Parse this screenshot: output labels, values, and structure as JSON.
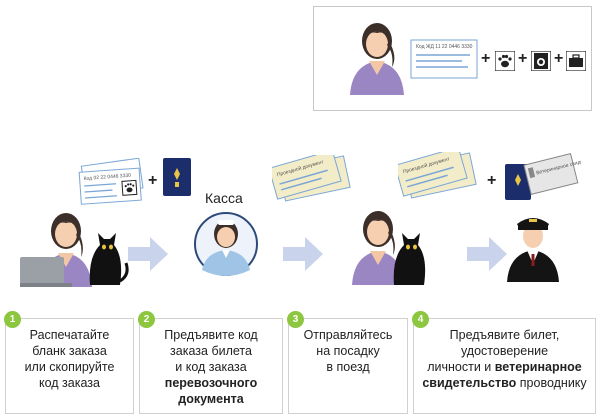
{
  "legend": {
    "ticket_caption": "Код ЖД 11 22 0446 3330",
    "plus_signs": [
      "+",
      "+",
      "+"
    ],
    "icons": [
      "paw-icon",
      "washing-machine-icon",
      "suitcase-icon"
    ]
  },
  "scene": {
    "kassa_label": "Касса",
    "ticket_caption": "Код 02 22 0446 3330",
    "boarding_pass_label": "Проездной документ",
    "vet_doc_label": "Ветеринарное свидетельство",
    "plus_sign": "+"
  },
  "steps": [
    {
      "number": "1",
      "parts": [
        {
          "text": "Распечатайте",
          "bold": false,
          "br": true
        },
        {
          "text": "бланк заказа",
          "bold": false,
          "br": true
        },
        {
          "text": "или скопируйте",
          "bold": false,
          "br": true
        },
        {
          "text": "код заказа",
          "bold": false,
          "br": false
        }
      ]
    },
    {
      "number": "2",
      "parts": [
        {
          "text": "Предъявите код",
          "bold": false,
          "br": true
        },
        {
          "text": "заказа билета",
          "bold": false,
          "br": true
        },
        {
          "text": "и код заказа",
          "bold": false,
          "br": true
        },
        {
          "text": "перевозочного",
          "bold": true,
          "br": true
        },
        {
          "text": "документа",
          "bold": true,
          "br": false
        }
      ]
    },
    {
      "number": "3",
      "parts": [
        {
          "text": "Отправляйтесь",
          "bold": false,
          "br": true
        },
        {
          "text": "на посадку",
          "bold": false,
          "br": true
        },
        {
          "text": "в поезд",
          "bold": false,
          "br": false
        }
      ]
    },
    {
      "number": "4",
      "parts": [
        {
          "text": "Предъявите билет,",
          "bold": false,
          "br": true
        },
        {
          "text": "удостоверение",
          "bold": false,
          "br": true
        },
        {
          "text": "личности и ",
          "bold": false,
          "br": false
        },
        {
          "text": "ветеринарное",
          "bold": true,
          "br": true
        },
        {
          "text": "свидетельство",
          "bold": true,
          "br": false
        },
        {
          "text": " проводнику",
          "bold": false,
          "br": false
        }
      ]
    }
  ],
  "colors": {
    "badge_green": "#8dc63f",
    "woman_dress": "#9b86c4",
    "arrow_fill": "#c9d3ec",
    "passport_blue": "#1c2d6b",
    "ticket_yellow": "#f3ecc9"
  }
}
